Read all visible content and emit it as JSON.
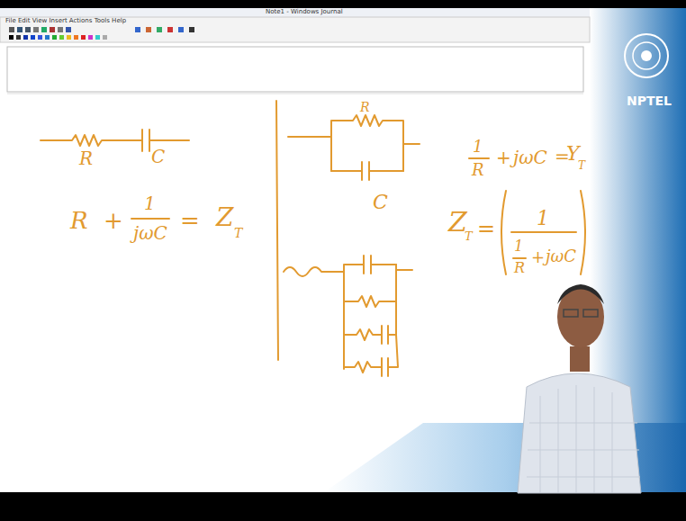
{
  "diagram": {
    "labels": [
      "Note1 - Windows Journal",
      "File Edit View Insert Actions Tools Help",
      "NPTEL",
      "R",
      "C",
      "R",
      "+",
      "1",
      "jωC",
      "=",
      "Z",
      "T",
      "R",
      "C",
      "1",
      "R",
      "+",
      "jωC",
      "=",
      "Y",
      "T",
      "Z",
      "T",
      "=",
      "1",
      "1",
      "R",
      "+",
      "jωC"
    ]
  }
}
